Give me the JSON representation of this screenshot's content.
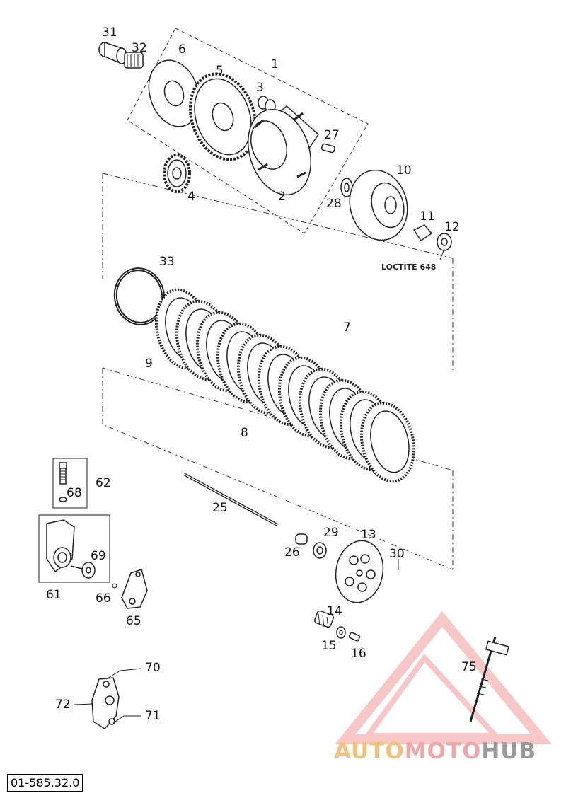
{
  "diagram": {
    "part_labels": [
      "1",
      "2",
      "3",
      "4",
      "5",
      "6",
      "7",
      "8",
      "9",
      "10",
      "11",
      "12",
      "13",
      "14",
      "15",
      "16",
      "25",
      "26",
      "27",
      "28",
      "29",
      "30",
      "31",
      "32",
      "33",
      "61",
      "62",
      "65",
      "66",
      "68",
      "69",
      "70",
      "71",
      "72",
      "75"
    ],
    "note": "LOCTITE 648",
    "doc_id": "01-585.32.0"
  },
  "watermark": {
    "part1": "AUTO",
    "part2": "MOTO",
    "part3": "HUB"
  },
  "colors": {
    "line": "#222222",
    "watermark_red": "#f29a9a",
    "watermark_orange": "#f4c07a",
    "watermark_gray": "#9a9a9a"
  }
}
